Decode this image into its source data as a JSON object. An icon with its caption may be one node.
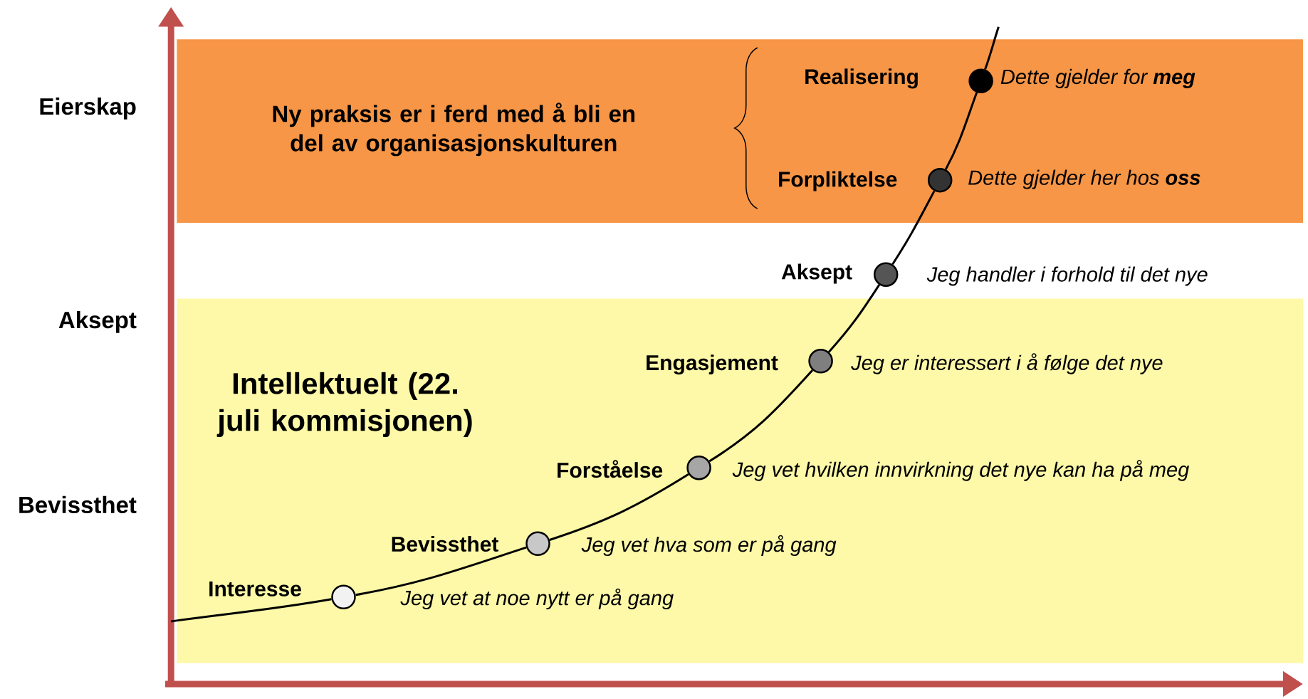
{
  "diagram": {
    "nodes": [
      {
        "text": [
          "Ny praksis er i ferd med å bli en del av organisasjonskulturen"
        ]
      },
      {
        "text": [],
        "shape": "circle",
        "in": 0,
        "beside": [
          "Realisering",
          "Dette gjelder for **meg**"
        ]
      },
      {
        "text": [],
        "shape": "circle",
        "in": 0,
        "beside": [
          "Forpliktelse",
          "Dette gjelder her hos **oss**"
        ]
      },
      {
        "text": [],
        "shape": "circle",
        "beside": [
          "Aksept",
          "Jeg handler i forhold til det nye"
        ]
      },
      {
        "text": [
          "Intellektuelt (22. juli kommisjonen)"
        ]
      },
      {
        "text": [],
        "shape": "circle",
        "in": 4,
        "beside": [
          "Engasjement",
          "Jeg er interessert i å følge det nye"
        ]
      },
      {
        "text": [],
        "shape": "circle",
        "in": 4,
        "beside": [
          "Forståelse",
          "Jeg vet hvilken innvirkning det nye kan ha på meg"
        ]
      },
      {
        "text": [],
        "shape": "circle",
        "in": 4,
        "beside": [
          "Bevissthet",
          "Jeg vet hva som er på gang"
        ]
      },
      {
        "text": [],
        "shape": "circle",
        "in": 4,
        "beside": [
          "Interesse",
          "Jeg vet at noe nytt er på gang"
        ]
      }
    ],
    "edges": [
      {
        "from": null,
        "to": 8,
        "arrow": "none"
      },
      {
        "from": 8,
        "to": 7,
        "arrow": "none"
      },
      {
        "from": 7,
        "to": 6,
        "arrow": "none"
      },
      {
        "from": 6,
        "to": 5,
        "arrow": "none"
      },
      {
        "from": 5,
        "to": 3,
        "arrow": "none"
      },
      {
        "from": 3,
        "to": 2,
        "arrow": "none"
      },
      {
        "from": 2,
        "to": 1,
        "arrow": "none"
      },
      {
        "from": 1,
        "to": null,
        "arrow": "none"
      }
    ],
    "labels": [
      "Eierskap",
      "Aksept",
      "Bevissthet"
    ]
  }
}
